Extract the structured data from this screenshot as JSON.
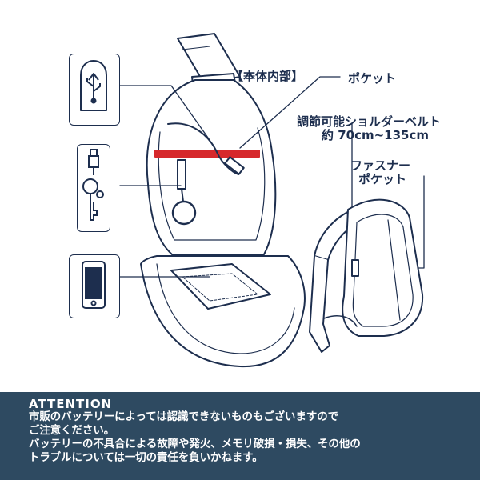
{
  "labels": {
    "interior": "【本体内部】",
    "pocket": "ポケット",
    "strap_line1": "調節可能ショルダーベルト",
    "strap_line2": "約 70cm~135cm",
    "zip_pocket_line1": "ファスナー",
    "zip_pocket_line2": "ポケット"
  },
  "icons": [
    "usb-icon",
    "keyring-icon",
    "smartphone-icon"
  ],
  "attention": {
    "heading": "ATTENTION",
    "lines": [
      "市販のバッテリーによっては認識できないものもございますので",
      "ご注意ください。",
      "バッテリーの不具合による故障や発火、メモリ破損・損失、その他の",
      "トラブルについては一切の責任を負いかねます。"
    ]
  },
  "colors": {
    "ink": "#1d2e4e",
    "accent_red": "#d6282c",
    "banner_bg": "#2e4a61",
    "banner_text": "#ffffff"
  }
}
